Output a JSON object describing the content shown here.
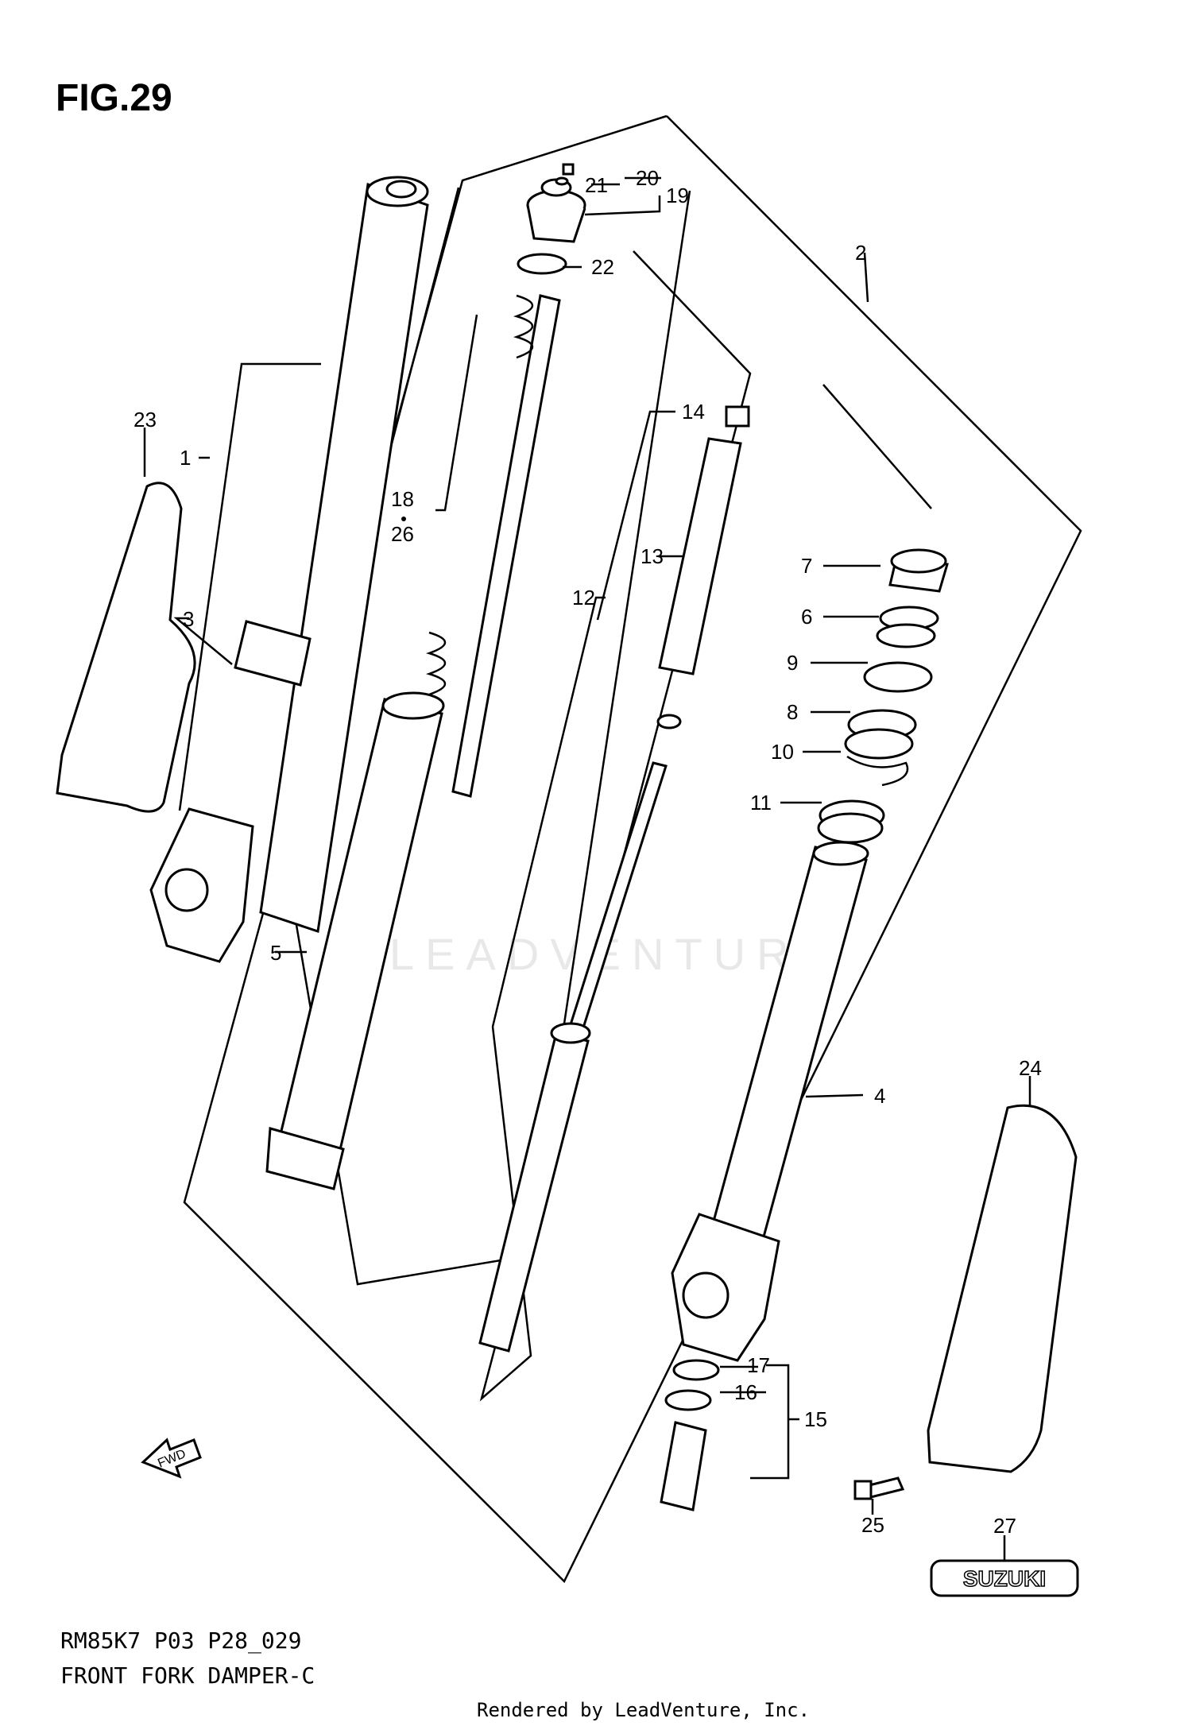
{
  "figure": {
    "title": "FIG.29",
    "model_code": "RM85K7 P03 P28_029",
    "name": "FRONT FORK DAMPER-C",
    "rendered_by": "Rendered by LeadVenture, Inc.",
    "watermark": "LEADVENTURE"
  },
  "fwd_label": "FWD",
  "logo_text": "SUZUKI",
  "parts": [
    {
      "id": "1",
      "label": "1"
    },
    {
      "id": "2",
      "label": "2"
    },
    {
      "id": "3",
      "label": "3"
    },
    {
      "id": "4",
      "label": "4"
    },
    {
      "id": "5",
      "label": "5"
    },
    {
      "id": "6",
      "label": "6"
    },
    {
      "id": "7",
      "label": "7"
    },
    {
      "id": "8",
      "label": "8"
    },
    {
      "id": "9",
      "label": "9"
    },
    {
      "id": "10",
      "label": "10"
    },
    {
      "id": "11",
      "label": "11"
    },
    {
      "id": "12",
      "label": "12"
    },
    {
      "id": "13",
      "label": "13"
    },
    {
      "id": "14",
      "label": "14"
    },
    {
      "id": "15",
      "label": "15"
    },
    {
      "id": "16",
      "label": "16"
    },
    {
      "id": "17",
      "label": "17"
    },
    {
      "id": "18",
      "label": "18"
    },
    {
      "id": "19",
      "label": "19"
    },
    {
      "id": "20",
      "label": "20"
    },
    {
      "id": "21",
      "label": "21"
    },
    {
      "id": "22",
      "label": "22"
    },
    {
      "id": "23",
      "label": "23"
    },
    {
      "id": "24",
      "label": "24"
    },
    {
      "id": "25",
      "label": "25"
    },
    {
      "id": "26",
      "label": "26"
    },
    {
      "id": "27",
      "label": "27"
    }
  ]
}
